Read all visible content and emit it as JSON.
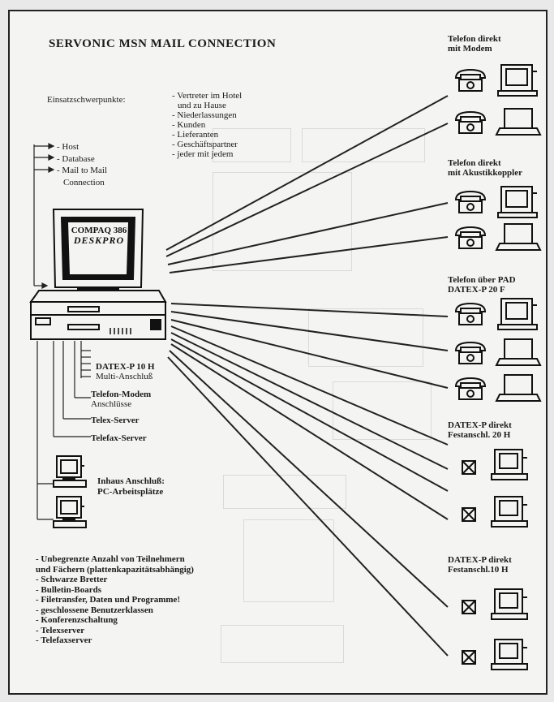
{
  "title": "SERVONIC MSN MAIL CONNECTION",
  "einsatz_label": "Einsatzschwerpunkte:",
  "einsatz_items": [
    "- Vertreter im Hotel",
    "  und zu Hause",
    "- Niederlassungen",
    "- Kunden",
    "- Lieferanten",
    "- Geschäftspartner",
    "- jeder mit jedem"
  ],
  "host_items": [
    "- Host",
    "- Database",
    "- Mail to Mail",
    "  Connection"
  ],
  "computer": {
    "brand": "COMPAQ 386",
    "model": "DESKPRO"
  },
  "ports": {
    "datex": [
      "DATEX-P 10 H",
      "Multi-Anschluß"
    ],
    "modem": [
      "Telefon-Modem",
      "Anschlüsse"
    ],
    "telex": "Telex-Server",
    "telefax": "Telefax-Server"
  },
  "inhaus": [
    "Inhaus Anschluß:",
    "PC-Arbeitsplätze"
  ],
  "features": [
    "- Unbegrenzte Anzahl von Teilnehmern",
    "  und Fächern (plattenkapazitätsabhängig)",
    "- Schwarze Bretter",
    "- Bulletin-Boards",
    "- Filetransfer, Daten und Programme!",
    "- geschlossene Benutzerklassen",
    "- Konferenzschaltung",
    "- Telexserver",
    "- Telefaxserver"
  ],
  "groups": [
    {
      "lines": [
        "Telefon direkt",
        "mit Modem"
      ]
    },
    {
      "lines": [
        "Telefon direkt",
        "mit Akustikkoppler"
      ]
    },
    {
      "lines": [
        "Telefon über PAD",
        "DATEX-P 20 F"
      ]
    },
    {
      "lines": [
        "DATEX-P direkt",
        "Festanschl. 20 H"
      ]
    },
    {
      "lines": [
        "DATEX-P direkt",
        "Festanschl.10 H"
      ]
    }
  ]
}
